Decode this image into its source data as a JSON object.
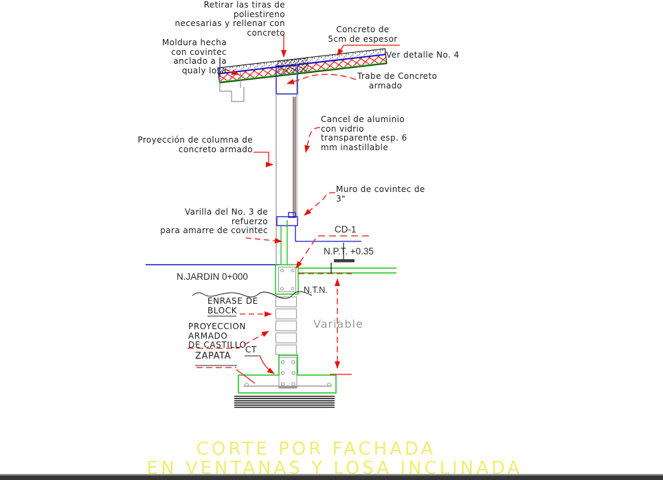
{
  "drawing": {
    "notes": {
      "retirar": "Retirar las tiras de\npoliestireno\nnecesarias y rellenar con\nconcreto",
      "moldura": "Moldura hecha\ncon covintec\nanclado a la\nqualy losa",
      "concreto5cm": "Concreto de\n5cm de espesor",
      "ver_detalle": "Ver detalle No. 4",
      "trabe": "Trabe de Concreto\n    armado",
      "cancel": "Cancel de aluminio\ncon vidrio\ntransparente esp. 6\nmm inastillable",
      "muro": "Muro de covintec de\n3\"",
      "proyeccion_columna": "Proyección de columna de\nconcreto armado",
      "varilla": "Varilla del No. 3 de\nrefuerzo\npara amarre de covintec"
    },
    "levels": {
      "cd1": "CD-1",
      "npt": "N.P.T. +0.35",
      "njardin": "N.JARDIN 0+000",
      "ntn": "N.T.N."
    },
    "foundation_labels": {
      "enrase": "ENRASE DE\nBLOCK",
      "castillo": "PROYECCION\nARMADO\nDE CASTILLO",
      "ct": "CT",
      "zapata": "ZAPATA",
      "variable": "Variable"
    },
    "title": {
      "line1": "CORTE POR FACHADA",
      "line2": "EN VENTANAS Y LOSA INCLINADA"
    },
    "colors": {
      "leader_red": "#e8100c",
      "line_blue": "#1414c8",
      "line_green": "#12c412",
      "line_gray": "#8f8f8f",
      "glass_brown": "#4a2424",
      "title_yellow": "#f1ed6e",
      "variable_gray": "#9a9a9a",
      "text_black": "#1c1c1c"
    }
  }
}
